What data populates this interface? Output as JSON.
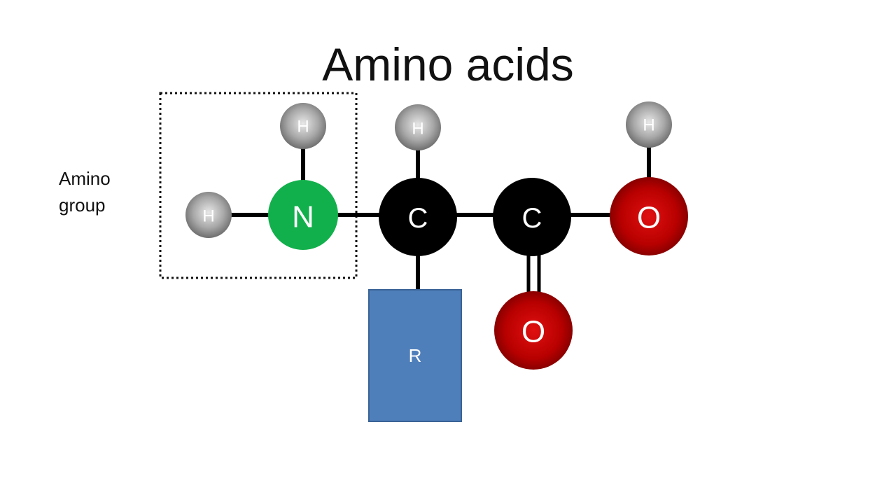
{
  "title": "Amino acids",
  "amino_group_label": {
    "line1": "Amino",
    "line2": "group"
  },
  "atoms": {
    "h_amino_top": "H",
    "h_amino_left": "H",
    "nitrogen": "N",
    "h_alpha": "H",
    "carbon_alpha": "C",
    "carbon_carboxyl": "C",
    "oxygen_hydroxyl": "O",
    "h_hydroxyl": "H",
    "oxygen_double": "O"
  },
  "side_chain": "R",
  "colors": {
    "hydrogen": "#9a9a9a",
    "nitrogen": "#12b04c",
    "carbon": "#000000",
    "oxygen": "#c00000",
    "side_chain": "#4f7fbb",
    "bond": "#000000"
  }
}
